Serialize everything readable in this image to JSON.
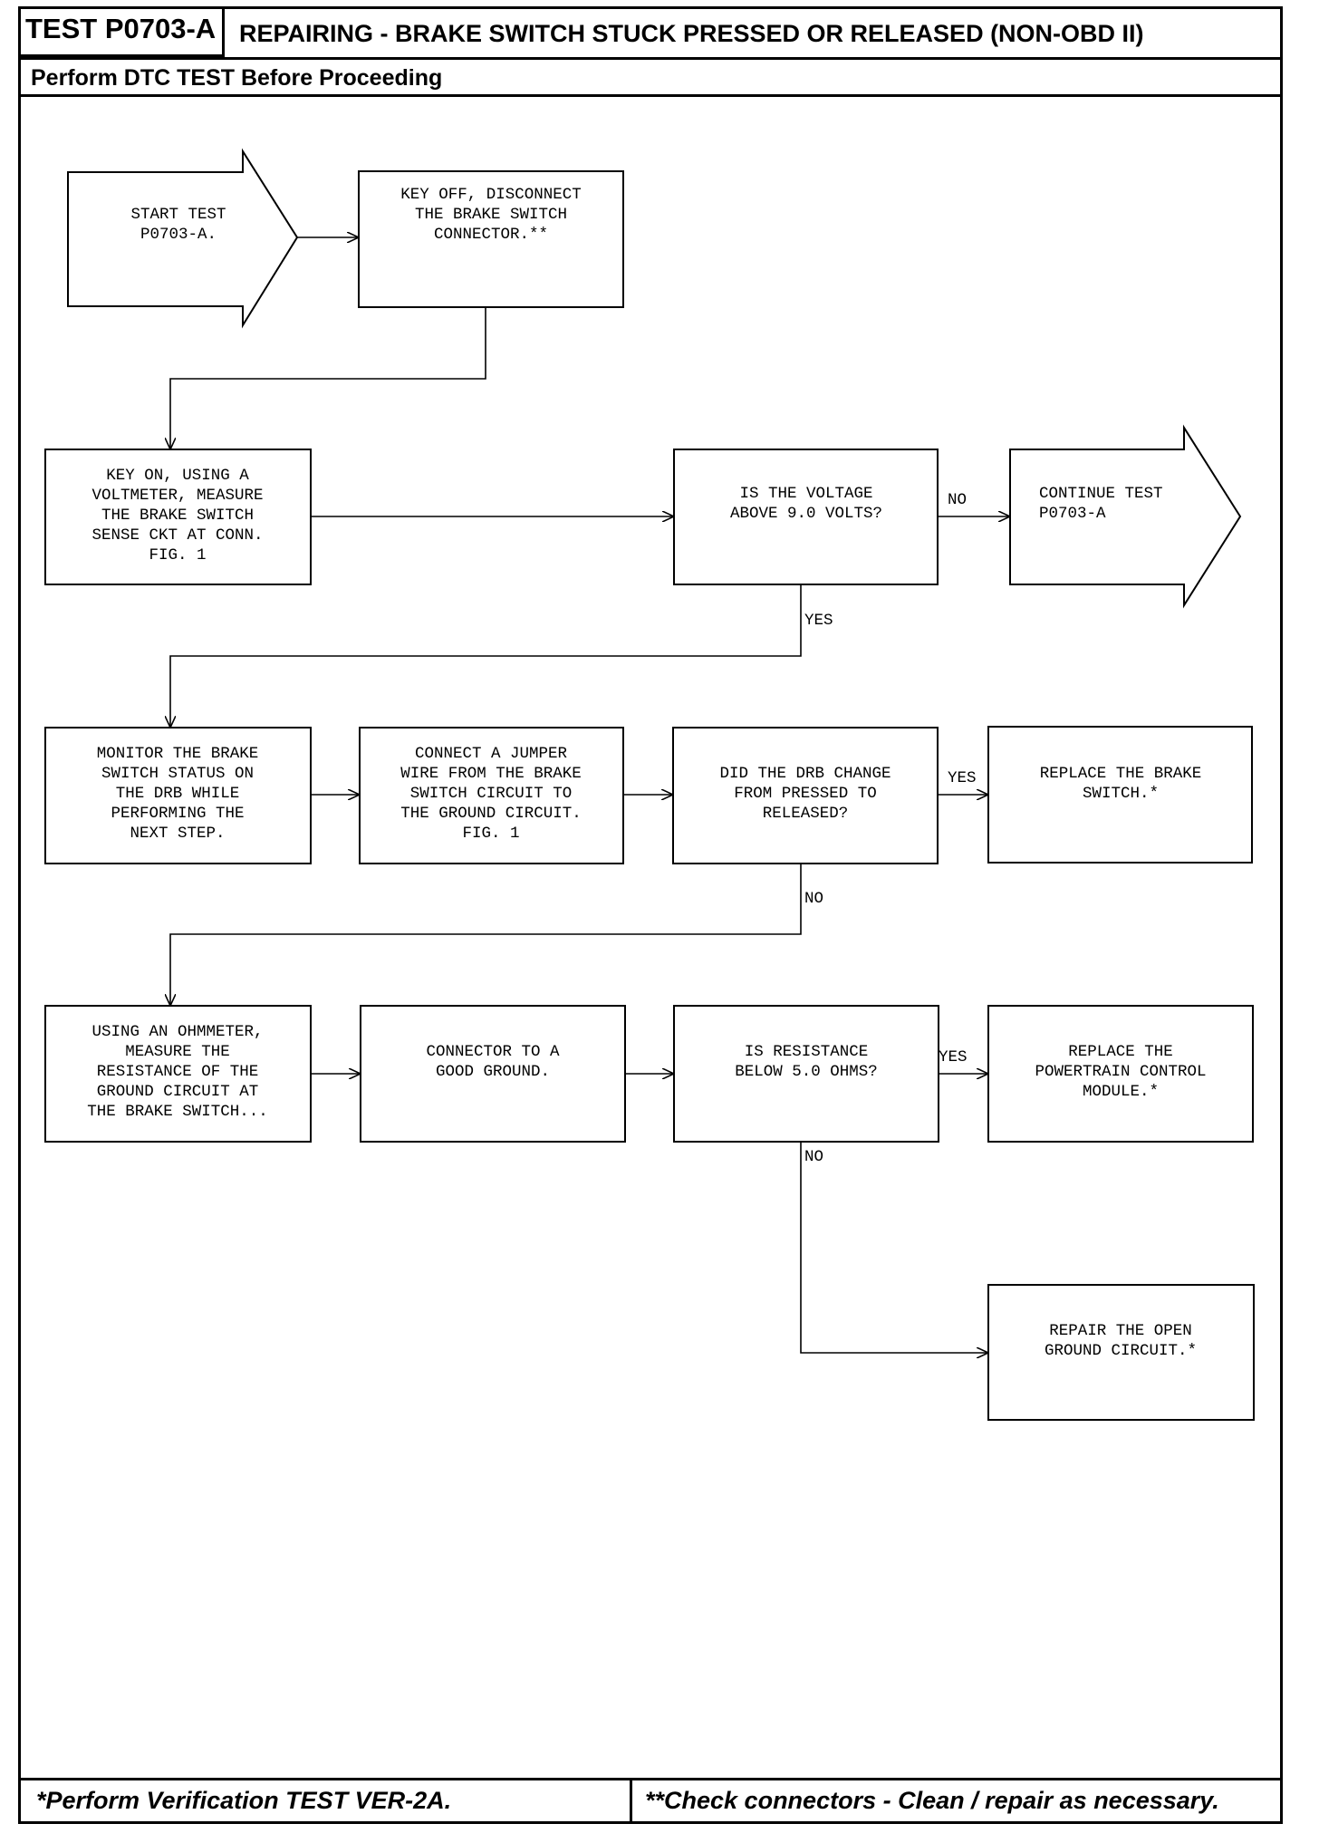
{
  "header": {
    "test_id": "TEST P0703-A",
    "title": "REPAIRING - BRAKE SWITCH STUCK PRESSED OR RELEASED (NON-OBD II)",
    "subtitle": "Perform DTC TEST Before Proceeding"
  },
  "footer": {
    "left": "*Perform Verification TEST VER-2A.",
    "right": "**Check connectors - Clean / repair as necessary."
  },
  "nodes": {
    "start": [
      "START TEST",
      "P0703-A."
    ],
    "key_off": [
      "KEY OFF, DISCONNECT",
      "THE BRAKE SWITCH",
      "CONNECTOR.**"
    ],
    "key_on": [
      "KEY ON, USING A",
      "VOLTMETER, MEASURE",
      "THE BRAKE SWITCH",
      "SENSE CKT AT CONN.",
      "FIG. 1"
    ],
    "voltage_q": [
      "IS THE VOLTAGE",
      "ABOVE 9.0 VOLTS?"
    ],
    "continue": [
      "CONTINUE TEST",
      "P0703-A"
    ],
    "monitor": [
      "MONITOR THE BRAKE",
      "SWITCH STATUS ON",
      "THE DRB WHILE",
      "PERFORMING THE",
      "NEXT STEP."
    ],
    "jumper": [
      "CONNECT A JUMPER",
      "WIRE FROM THE BRAKE",
      "SWITCH CIRCUIT TO",
      "THE GROUND CIRCUIT.",
      "FIG. 1"
    ],
    "drb_q": [
      "DID THE DRB CHANGE",
      "FROM PRESSED TO",
      "RELEASED?"
    ],
    "replace_switch": [
      "REPLACE THE BRAKE",
      "SWITCH.*"
    ],
    "ohmmeter": [
      "USING AN OHMMETER,",
      "MEASURE THE",
      "RESISTANCE OF THE",
      "GROUND CIRCUIT AT",
      "THE BRAKE SWITCH..."
    ],
    "good_ground": [
      "CONNECTOR TO A",
      "GOOD GROUND."
    ],
    "resistance_q": [
      "IS RESISTANCE",
      "BELOW 5.0 OHMS?"
    ],
    "replace_pcm": [
      "REPLACE THE",
      "POWERTRAIN CONTROL",
      "MODULE.*"
    ],
    "repair_ground": [
      "REPAIR THE OPEN",
      "GROUND CIRCUIT.*"
    ]
  },
  "labels": {
    "voltage_no": "NO",
    "voltage_yes": "YES",
    "drb_yes": "YES",
    "drb_no": "NO",
    "resistance_yes": "YES",
    "resistance_no": "NO"
  }
}
